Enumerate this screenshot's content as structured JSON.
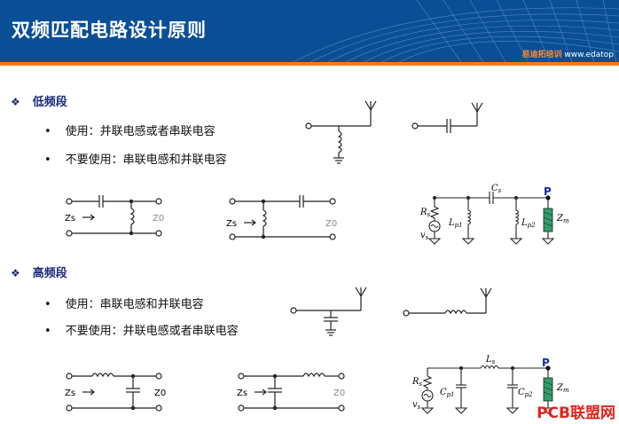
{
  "title": "双频匹配电路设计原则",
  "logo": {
    "brand": "易迪拓培训",
    "url": "www.edatop"
  },
  "sections": {
    "low": {
      "heading": "低频段",
      "use": "使用：并联电感或者串联电容",
      "avoid": "不要使用：串联电感和并联电容"
    },
    "high": {
      "heading": "高频段",
      "use": "使用：串联电感和并联电容",
      "avoid": "不要使用：并联电感或者串联电容"
    }
  },
  "circuit_labels": {
    "zs": "Zs",
    "z0": "Z0",
    "rs": "R",
    "rs_sub": "s",
    "vs": "v",
    "vs_sub": "s",
    "lp1": "L",
    "lp1_sub": "p1",
    "lp2": "L",
    "lp2_sub": "p2",
    "cs": "C",
    "cs_sub": "s",
    "ls": "L",
    "ls_sub": "s",
    "cp1": "C",
    "cp1_sub": "p1",
    "cp2": "C",
    "cp2_sub": "p2",
    "p": "P",
    "zm": "Z",
    "zm_sub": "m"
  },
  "watermark": "PCB联盟网"
}
